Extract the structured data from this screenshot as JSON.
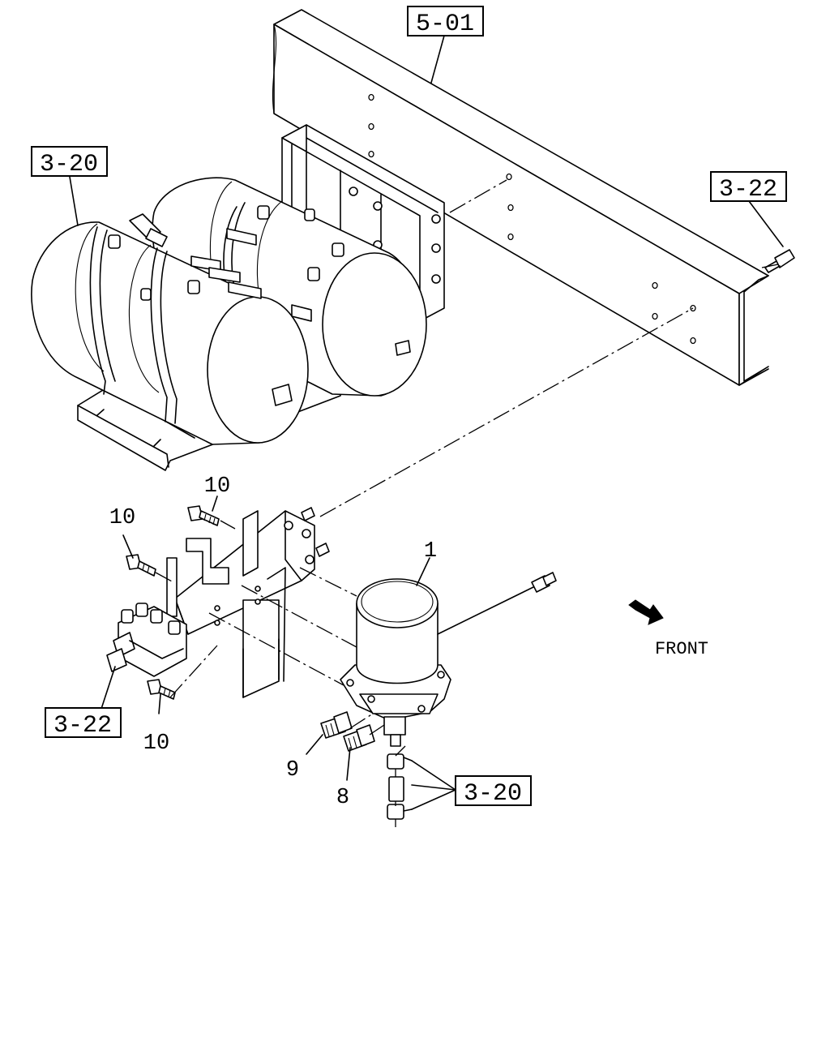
{
  "references": {
    "frame": "5-01",
    "tanks": "3-20",
    "frame_bolt": "3-22",
    "valve_pipe": "3-22",
    "dryer_fittings": "3-20"
  },
  "callouts": {
    "dryer": "1",
    "bolt_top": "10",
    "bolt_left": "10",
    "bolt_bottom": "10",
    "fitting_9": "9",
    "fitting_8": "8"
  },
  "direction": {
    "label": "FRONT",
    "icon": "arrow-icon"
  }
}
